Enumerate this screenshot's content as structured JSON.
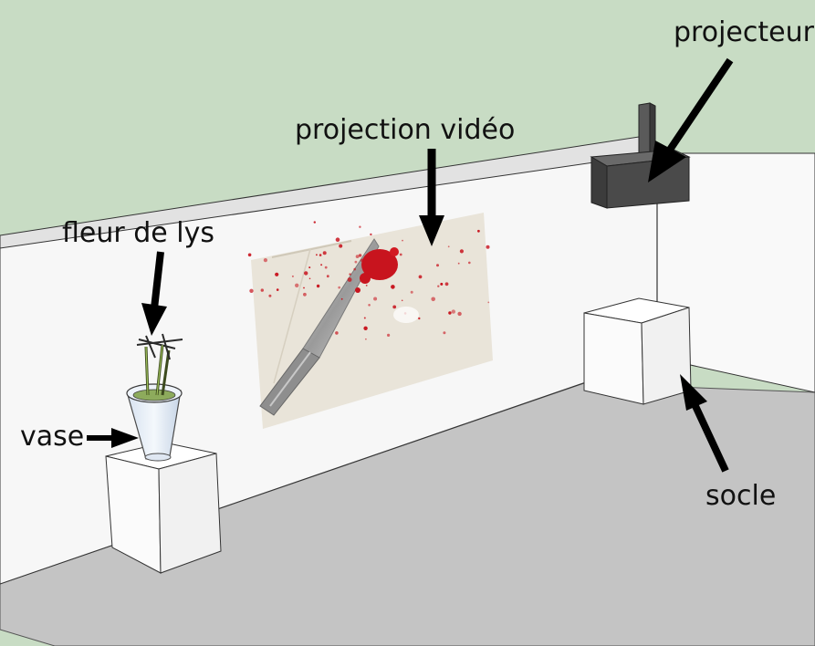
{
  "labels": {
    "projector": "projecteur",
    "video": "projection vidéo",
    "flower": "fleur de lys",
    "vase": "vase",
    "pedestal": "socle"
  },
  "colors": {
    "sky": "#c8dcc4",
    "wall": "#f7f7f7",
    "floor": "#c4c4c4",
    "projector": "#404040",
    "blood": "#c8141e",
    "arrow": "#000000"
  }
}
